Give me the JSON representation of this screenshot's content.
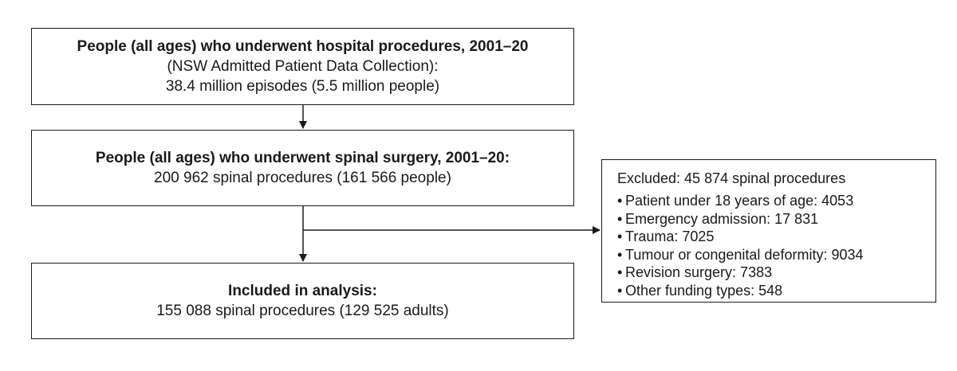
{
  "box_source": {
    "title": "People (all ages) who underwent hospital procedures, 2001–20",
    "line2": "(NSW Admitted Patient Data Collection):",
    "line3": "38.4 million episodes (5.5 million people)"
  },
  "box_spinal": {
    "title": "People (all ages) who underwent spinal surgery, 2001–20:",
    "line2": "200 962 spinal procedures (161 566 people)"
  },
  "box_included": {
    "title": "Included in analysis:",
    "line2": "155 088 spinal procedures (129 525 adults)"
  },
  "box_excluded": {
    "header": "Excluded: 45 874 spinal procedures",
    "bullet_glyph": "•",
    "items": [
      "Patient under 18 years of age: 4053",
      "Emergency admission: 17 831",
      "Trauma: 7025",
      "Tumour or congenital deformity: 9034",
      "Revision surgery: 7383",
      "Other funding types: 548"
    ]
  }
}
